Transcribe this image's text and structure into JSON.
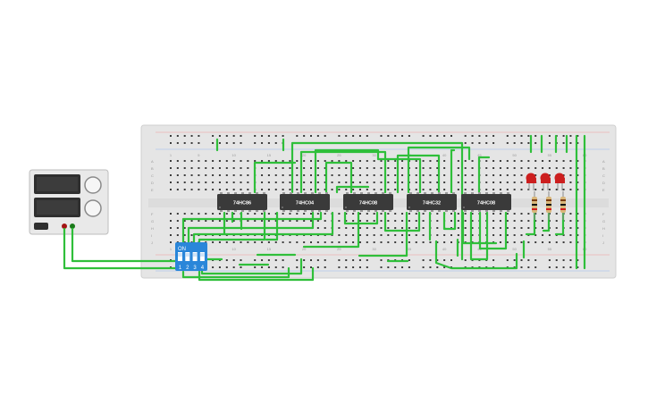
{
  "colors": {
    "breadboard": "#e6e6e6",
    "hole": "#3c3c3c",
    "wire_green": "#2fbf3a",
    "chip_body": "#3a3a3a",
    "dip_switch": "#2a86d9",
    "led_red": "#cc1f1f",
    "psu_body": "#e8e8e8"
  },
  "chips": [
    "74HC86",
    "74HC04",
    "74HC08",
    "74HC32",
    "74HC08"
  ],
  "dip_switch": {
    "on_label": "ON",
    "switch_numbers": [
      "1",
      "2",
      "3",
      "4"
    ]
  },
  "breadboard": {
    "column_numbers": [
      "1",
      "5",
      "10",
      "15",
      "20",
      "25",
      "30",
      "35",
      "40",
      "45",
      "50",
      "55",
      "60"
    ],
    "row_letters_top": [
      "A",
      "B",
      "C",
      "D",
      "E"
    ],
    "row_letters_bottom": [
      "F",
      "G",
      "H",
      "I",
      "J"
    ]
  },
  "power_supply": {
    "icons": [
      "display-panel-icon",
      "knob-icon"
    ]
  },
  "leds": {
    "count": 3,
    "color": "red"
  },
  "resistors": {
    "count": 3
  }
}
